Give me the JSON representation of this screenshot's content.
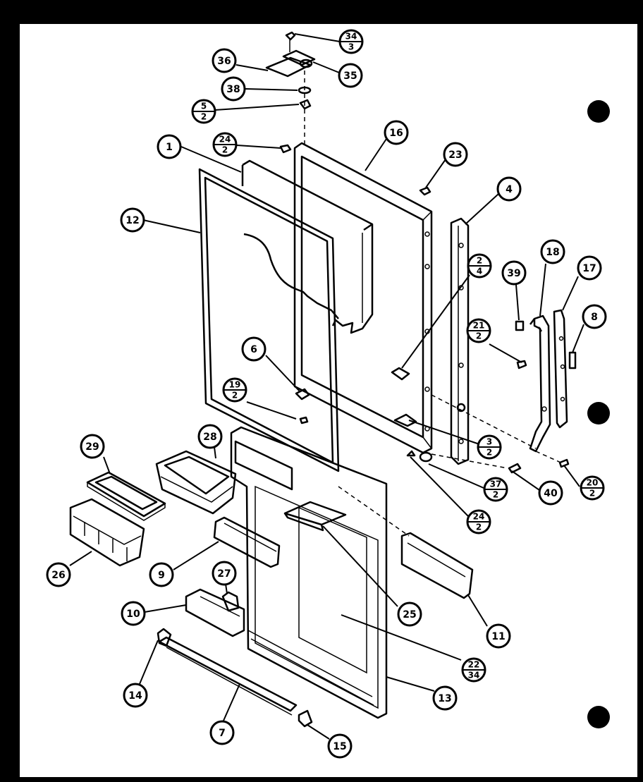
{
  "callouts": [
    {
      "id": "c34",
      "label": "34",
      "sub": "3"
    },
    {
      "id": "c36",
      "label": "36"
    },
    {
      "id": "c35",
      "label": "35"
    },
    {
      "id": "c38",
      "label": "38"
    },
    {
      "id": "c5",
      "label": "5",
      "sub": "2"
    },
    {
      "id": "c24a",
      "label": "24",
      "sub": "2"
    },
    {
      "id": "c16",
      "label": "16"
    },
    {
      "id": "c1",
      "label": "1"
    },
    {
      "id": "c23",
      "label": "23"
    },
    {
      "id": "c4",
      "label": "4"
    },
    {
      "id": "c12",
      "label": "12"
    },
    {
      "id": "c2",
      "label": "2",
      "sub": "4"
    },
    {
      "id": "c18",
      "label": "18"
    },
    {
      "id": "c17",
      "label": "17"
    },
    {
      "id": "c39",
      "label": "39"
    },
    {
      "id": "c8",
      "label": "8"
    },
    {
      "id": "c21",
      "label": "21",
      "sub": "2"
    },
    {
      "id": "c6",
      "label": "6"
    },
    {
      "id": "c19",
      "label": "19",
      "sub": "2"
    },
    {
      "id": "c28",
      "label": "28"
    },
    {
      "id": "c29",
      "label": "29"
    },
    {
      "id": "c3",
      "label": "3",
      "sub": "2"
    },
    {
      "id": "c37",
      "label": "37",
      "sub": "2"
    },
    {
      "id": "c40",
      "label": "40"
    },
    {
      "id": "c20",
      "label": "20",
      "sub": "2"
    },
    {
      "id": "c24b",
      "label": "24",
      "sub": "2"
    },
    {
      "id": "c26",
      "label": "26"
    },
    {
      "id": "c9",
      "label": "9"
    },
    {
      "id": "c27",
      "label": "27"
    },
    {
      "id": "c25",
      "label": "25"
    },
    {
      "id": "c10",
      "label": "10"
    },
    {
      "id": "c11",
      "label": "11"
    },
    {
      "id": "c22",
      "label": "22",
      "sub": "34"
    },
    {
      "id": "c14",
      "label": "14"
    },
    {
      "id": "c13",
      "label": "13"
    },
    {
      "id": "c7",
      "label": "7"
    },
    {
      "id": "c15",
      "label": "15"
    }
  ]
}
